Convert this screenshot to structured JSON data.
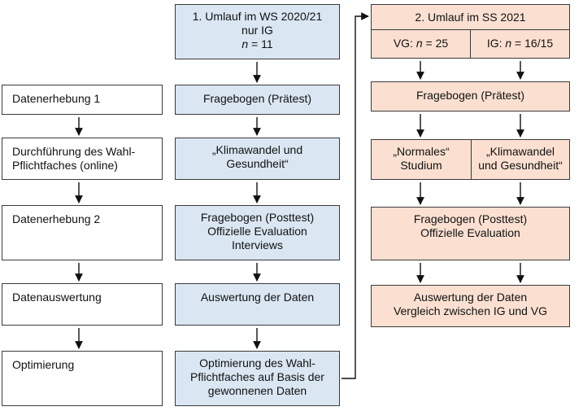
{
  "left_steps": [
    {
      "lines": [
        "Datenerhebung 1"
      ]
    },
    {
      "lines": [
        "Durchführung des Wahl-",
        "Pflichtfaches (online)"
      ]
    },
    {
      "lines": [
        "Datenerhebung 2"
      ]
    },
    {
      "lines": [
        "Datenauswertung"
      ]
    },
    {
      "lines": [
        "Optimierung"
      ]
    }
  ],
  "round1": {
    "header": [
      "1. Umlauf im WS 2020/21",
      "nur IG",
      "n = 11"
    ],
    "boxes": [
      {
        "lines": [
          "Fragebogen (Prätest)"
        ]
      },
      {
        "lines": [
          "„Klimawandel und",
          "Gesundheit“"
        ]
      },
      {
        "lines": [
          "Fragebogen (Posttest)",
          "Offizielle Evaluation",
          "Interviews"
        ]
      },
      {
        "lines": [
          "Auswertung der Daten"
        ]
      },
      {
        "lines": [
          "Optimierung des Wahl-",
          "Pflichtfaches auf Basis der",
          "gewonnenen Daten"
        ]
      }
    ]
  },
  "round2": {
    "header": "2. Umlauf im SS 2021",
    "vg_label": "VG: n = 25",
    "ig_label": "IG: n = 16/15",
    "pretest": "Fragebogen (Prätest)",
    "vg_course": [
      "„Normales“",
      "Studium"
    ],
    "ig_course": [
      "„Klimawandel",
      "und Gesundheit“"
    ],
    "posttest": [
      "Fragebogen (Posttest)",
      "Offizielle Evaluation"
    ],
    "analysis": [
      "Auswertung der Daten",
      "Vergleich zwischen IG und VG"
    ]
  }
}
